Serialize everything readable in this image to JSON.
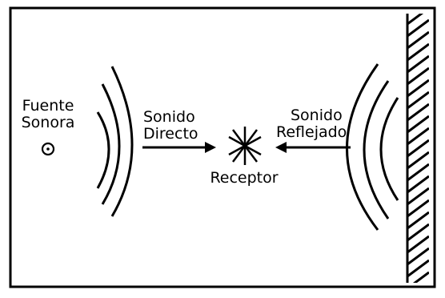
{
  "source": {
    "line1": "Fuente",
    "line2": "Sonora"
  },
  "direct": {
    "line1": "Sonido",
    "line2": "Directo"
  },
  "reflected": {
    "line1": "Sonido",
    "line2": "Reflejado"
  },
  "receiver": "Receptor",
  "colors": {
    "ink": "#000000",
    "background": "#ffffff"
  },
  "icons": {
    "source": "source-circle-icon",
    "receiver": "receiver-star-icon"
  }
}
